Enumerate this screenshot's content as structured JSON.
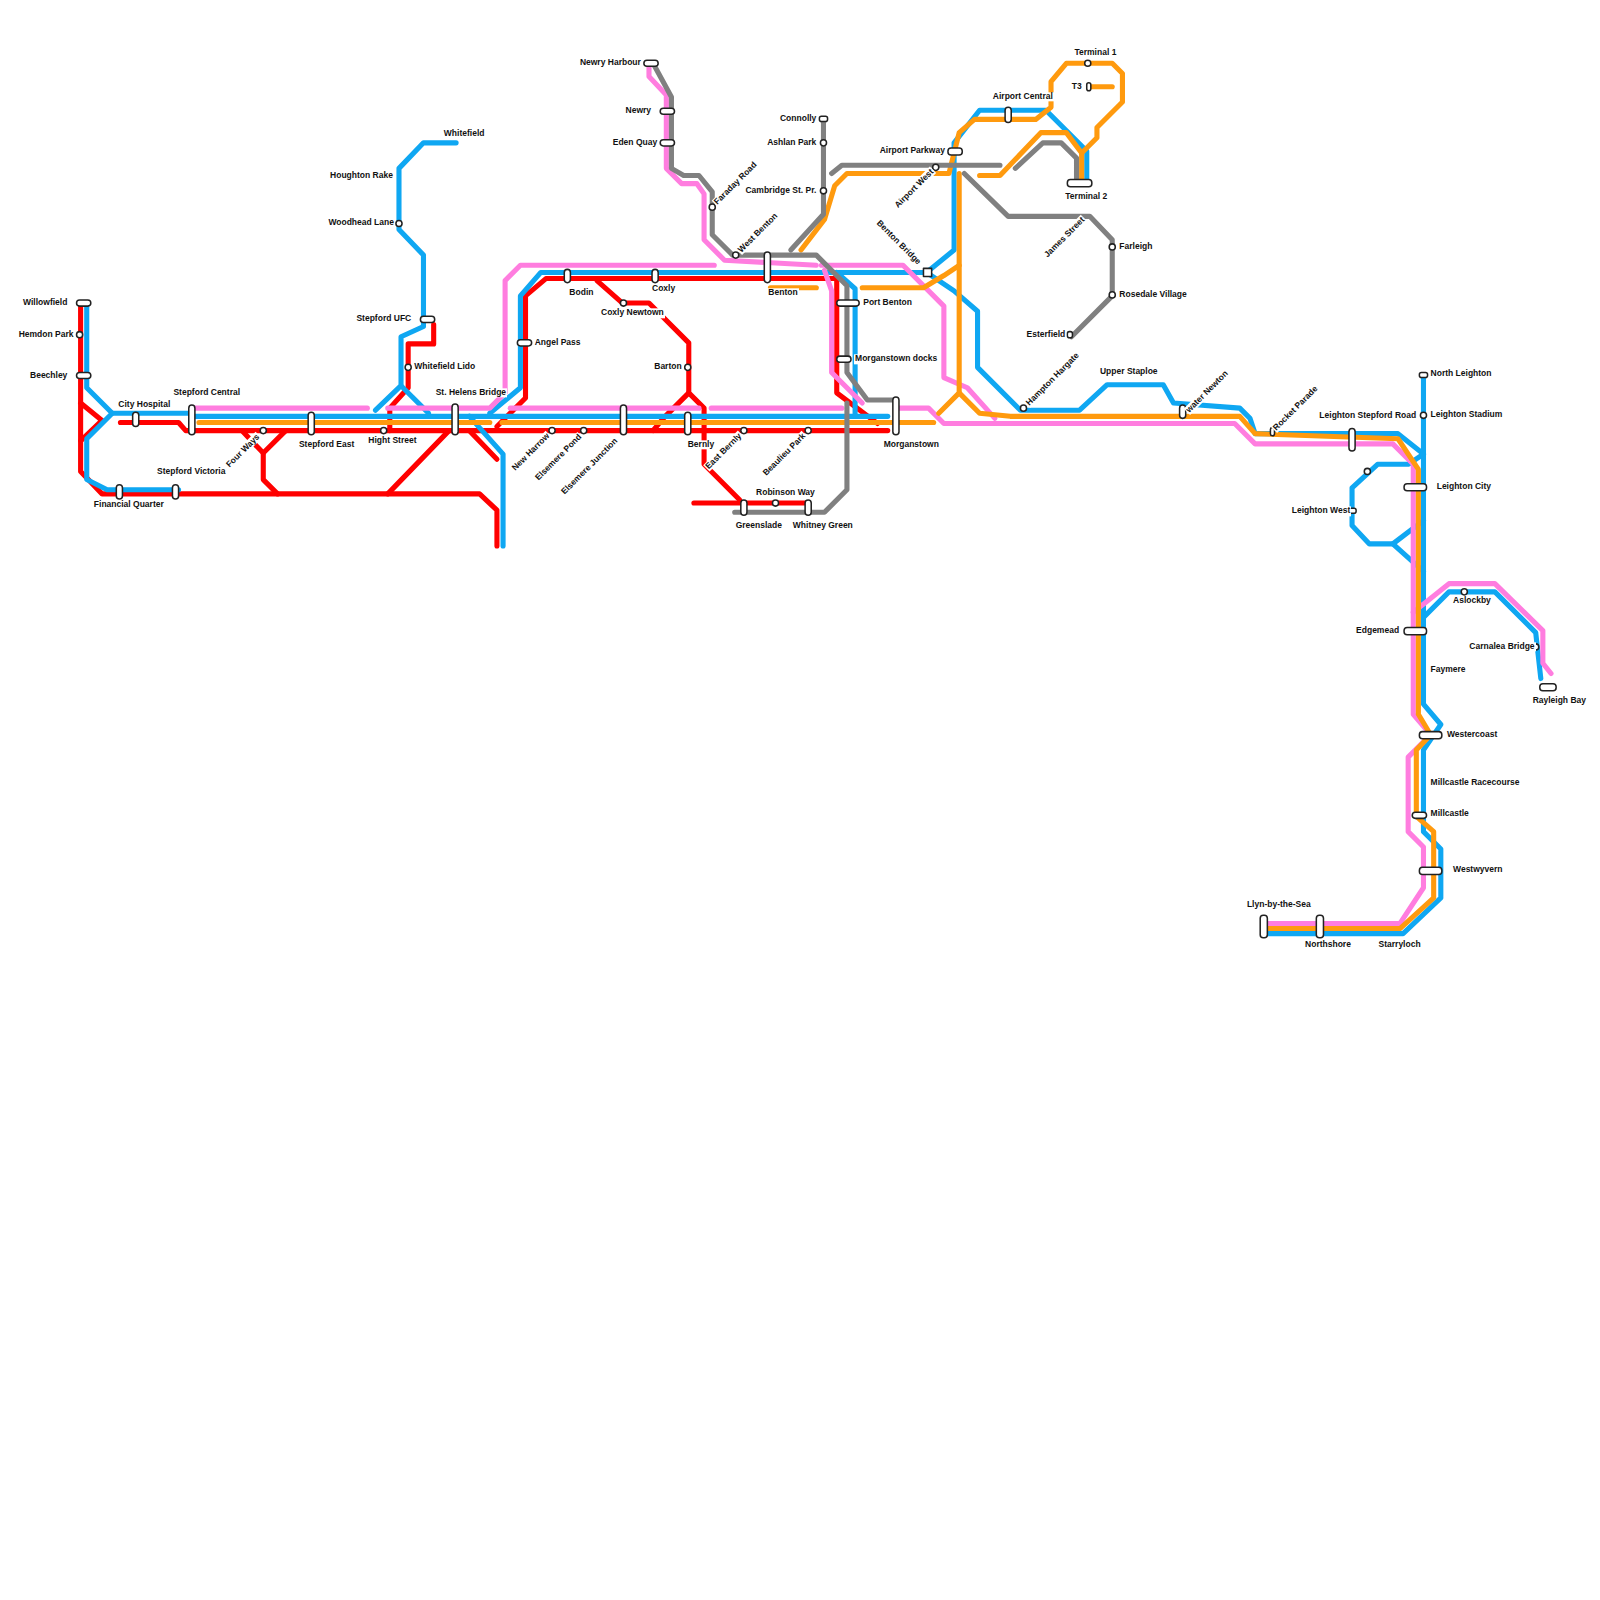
{
  "diagram": {
    "labels": [
      "Willowfield",
      "Hemdon Park",
      "Beechley",
      "City Hospital",
      "Stepford Central",
      "Stepford Victoria",
      "Financial Quarter",
      "Four Ways",
      "Stepford East",
      "Hight Street",
      "Houghton Rake",
      "Whitefield",
      "Woodhead Lane",
      "Stepford UFC",
      "Whitefield Lido",
      "St. Helens Bridge",
      "Angel Pass",
      "Bodin",
      "Coxly",
      "Coxly Newtown",
      "Barton",
      "New Harrow",
      "Elsemere Pond",
      "Elsemere Junction",
      "Bernly",
      "East Bernly",
      "Beaulieu Park",
      "Robinson Way",
      "Greenslade",
      "Whitney Green",
      "Newry Harbour",
      "Newry",
      "Eden Quay",
      "Faraday Road",
      "West Benton",
      "Benton",
      "Connolly",
      "Ashlan Park",
      "Cambridge St. Pr.",
      "Port Benton",
      "Morganstown docks",
      "Morganstown",
      "Airport Parkway",
      "Airport West",
      "Benton Bridge",
      "Airport Central",
      "Terminal 1",
      "T3",
      "Terminal 2",
      "James Street",
      "Farleigh",
      "Rosedale Village",
      "Esterfield",
      "Hampton Hargate",
      "Upper Staploe",
      "water Newton",
      "Rocket Parade",
      "Leighton Stepford Road",
      "North Leighton",
      "Leighton Stadium",
      "Leighton City",
      "Leighton West",
      "Aslockby",
      "Edgemead",
      "Carnalea Bridge",
      "Rayleigh Bay",
      "Faymere",
      "Westercoast",
      "Millcastle Racecourse",
      "Millcastle",
      "Westwyvern",
      "Llyn-by-the-Sea",
      "Northshore",
      "Starryloch"
    ]
  }
}
